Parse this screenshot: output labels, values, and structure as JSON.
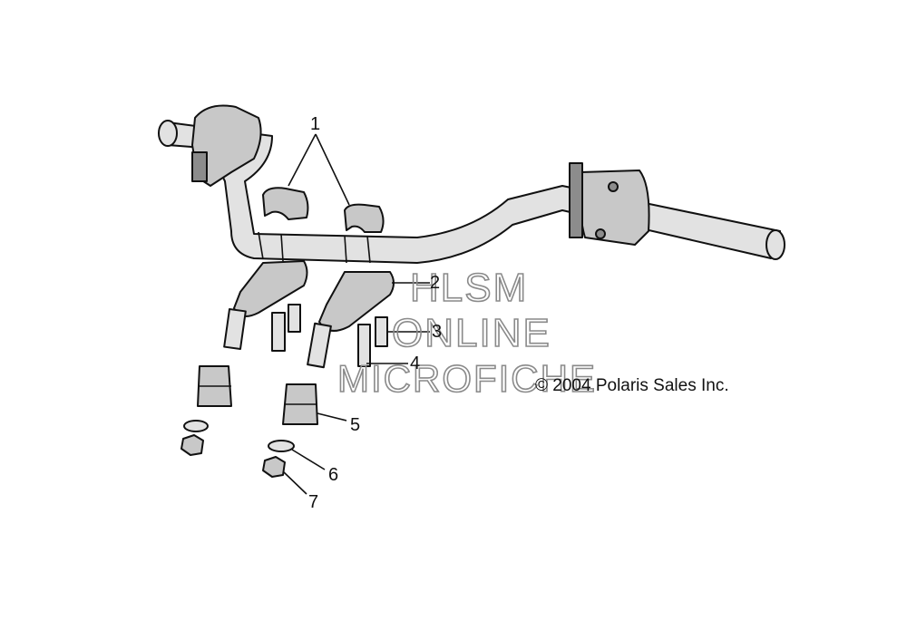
{
  "callouts": {
    "c1": "1",
    "c2": "2",
    "c3": "3",
    "c4": "4",
    "c5": "5",
    "c6": "6",
    "c7": "7"
  },
  "copyright": "© 2004 Polaris Sales Inc.",
  "watermark": {
    "line1": "HLSM",
    "line2": "ONLINE",
    "line3": "MICROFICHE"
  },
  "colors": {
    "part_fill": "#c8c8c8",
    "line": "#111111",
    "watermark": "#8a8a8a"
  }
}
